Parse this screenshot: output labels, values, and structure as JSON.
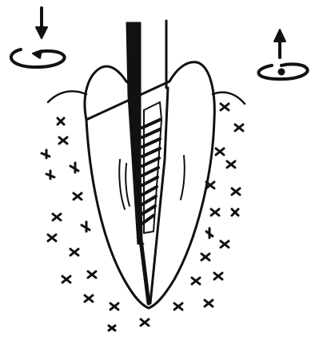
{
  "diagram": {
    "subject": "tooth-with-file-in-root-canal",
    "left_indicator": {
      "arrow": "arrow-down",
      "rotation": "rotation-arrow"
    },
    "right_indicator": {
      "arrow": "arrow-up",
      "rotation": "rotation-arrow"
    },
    "tissue_mark": "x",
    "colors": {
      "ink": "#111111",
      "background": "#ffffff"
    }
  }
}
